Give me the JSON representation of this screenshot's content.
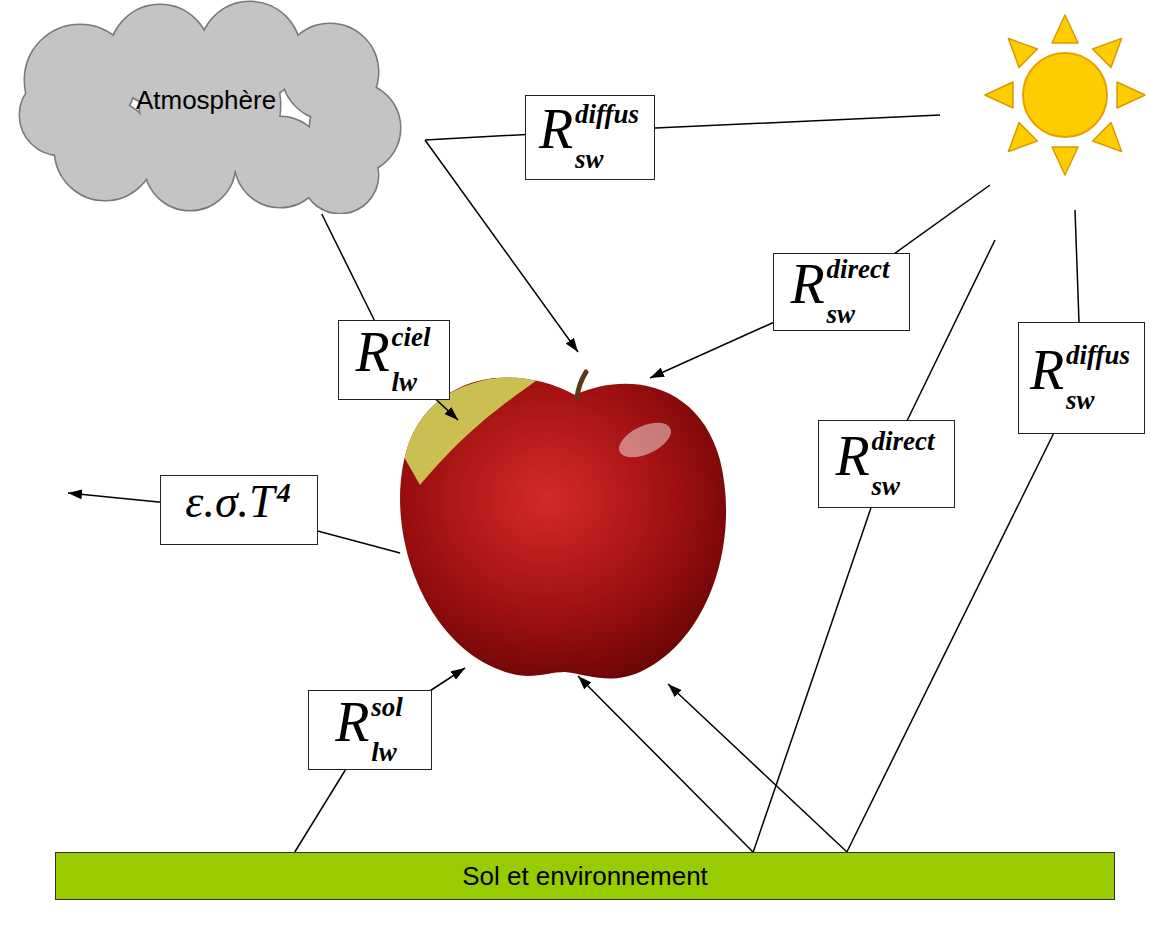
{
  "diagram": {
    "nodes": [
      {
        "text": [
          "Atmosphère"
        ]
      },
      {
        "text": [
          "R",
          "sw",
          "diffus"
        ]
      },
      {
        "text": [
          "R",
          "sw",
          "direct"
        ]
      },
      {
        "text": [
          "R",
          "lw",
          "ciel"
        ]
      },
      {
        "text": [
          "R",
          "sw",
          "diffus"
        ]
      },
      {
        "text": [
          "R",
          "sw",
          "direct"
        ]
      },
      {
        "text": [
          "ε.σ.T",
          "4"
        ]
      },
      {
        "text": [
          "R",
          "lw",
          "sol"
        ]
      },
      {
        "text": [
          "Sol et environnement"
        ]
      }
    ],
    "edges": [
      {
        "from": 0,
        "to": 3,
        "arrow": "none"
      },
      {
        "from": 4,
        "to": 8,
        "arrow": "none"
      },
      {
        "from": 5,
        "to": 8,
        "arrow": "none"
      },
      {
        "from": 7,
        "to": 8,
        "arrow": "none"
      }
    ]
  }
}
